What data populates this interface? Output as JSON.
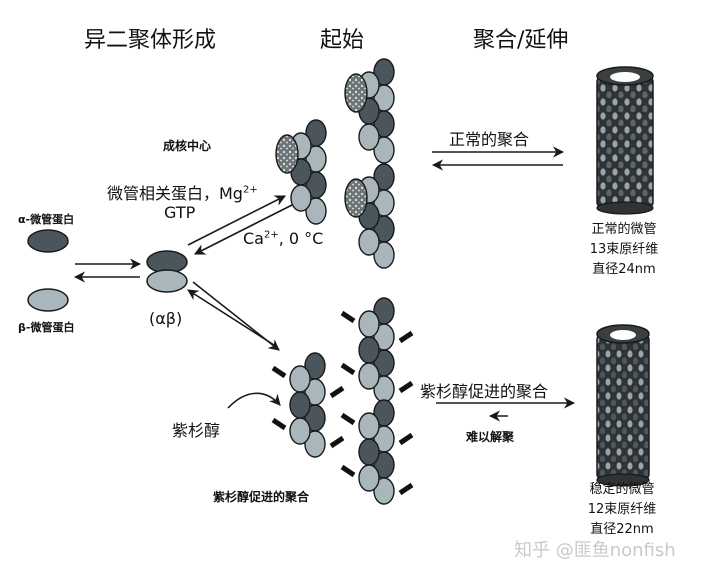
{
  "colors": {
    "alpha_tubulin": "#4b565c",
    "beta_tubulin": "#a9b7bd",
    "outline": "#1a1a1a",
    "microtubule_dark": "#2f3336",
    "microtubule_light": "#9aa5aa",
    "watermark": "#c9c9c9"
  },
  "headers": {
    "dimer_formation": "异二聚体形成",
    "initiation": "起始",
    "polymerization": "聚合/延伸"
  },
  "legend": {
    "alpha_label": "α-微管蛋白",
    "beta_label": "β-微管蛋白",
    "dimer_label": "(αβ)"
  },
  "upper_path": {
    "nucleation_label": "成核中心",
    "forward_conditions_line1": "微管相关蛋白，Mg",
    "forward_conditions_sup1": "2+",
    "forward_conditions_line2": "GTP",
    "reverse_conditions_prefix": "Ca",
    "reverse_conditions_sup": "2+",
    "reverse_conditions_suffix": ", 0 °C",
    "polymerization_label": "正常的聚合",
    "result_line1": "正常的微管",
    "result_line2": "13束原纤维",
    "result_line3": "直径24nm"
  },
  "lower_path": {
    "taxol_label": "紫杉醇",
    "taxol_polymerization_caption": "紫杉醇促进的聚合",
    "polymerization_label": "紫杉醇促进的聚合",
    "depolymerization_label": "难以解聚",
    "result_line1": "稳定的微管",
    "result_line2": "12束原纤维",
    "result_line3": "直径22nm"
  },
  "watermark": "知乎 @匪鱼nonfish"
}
